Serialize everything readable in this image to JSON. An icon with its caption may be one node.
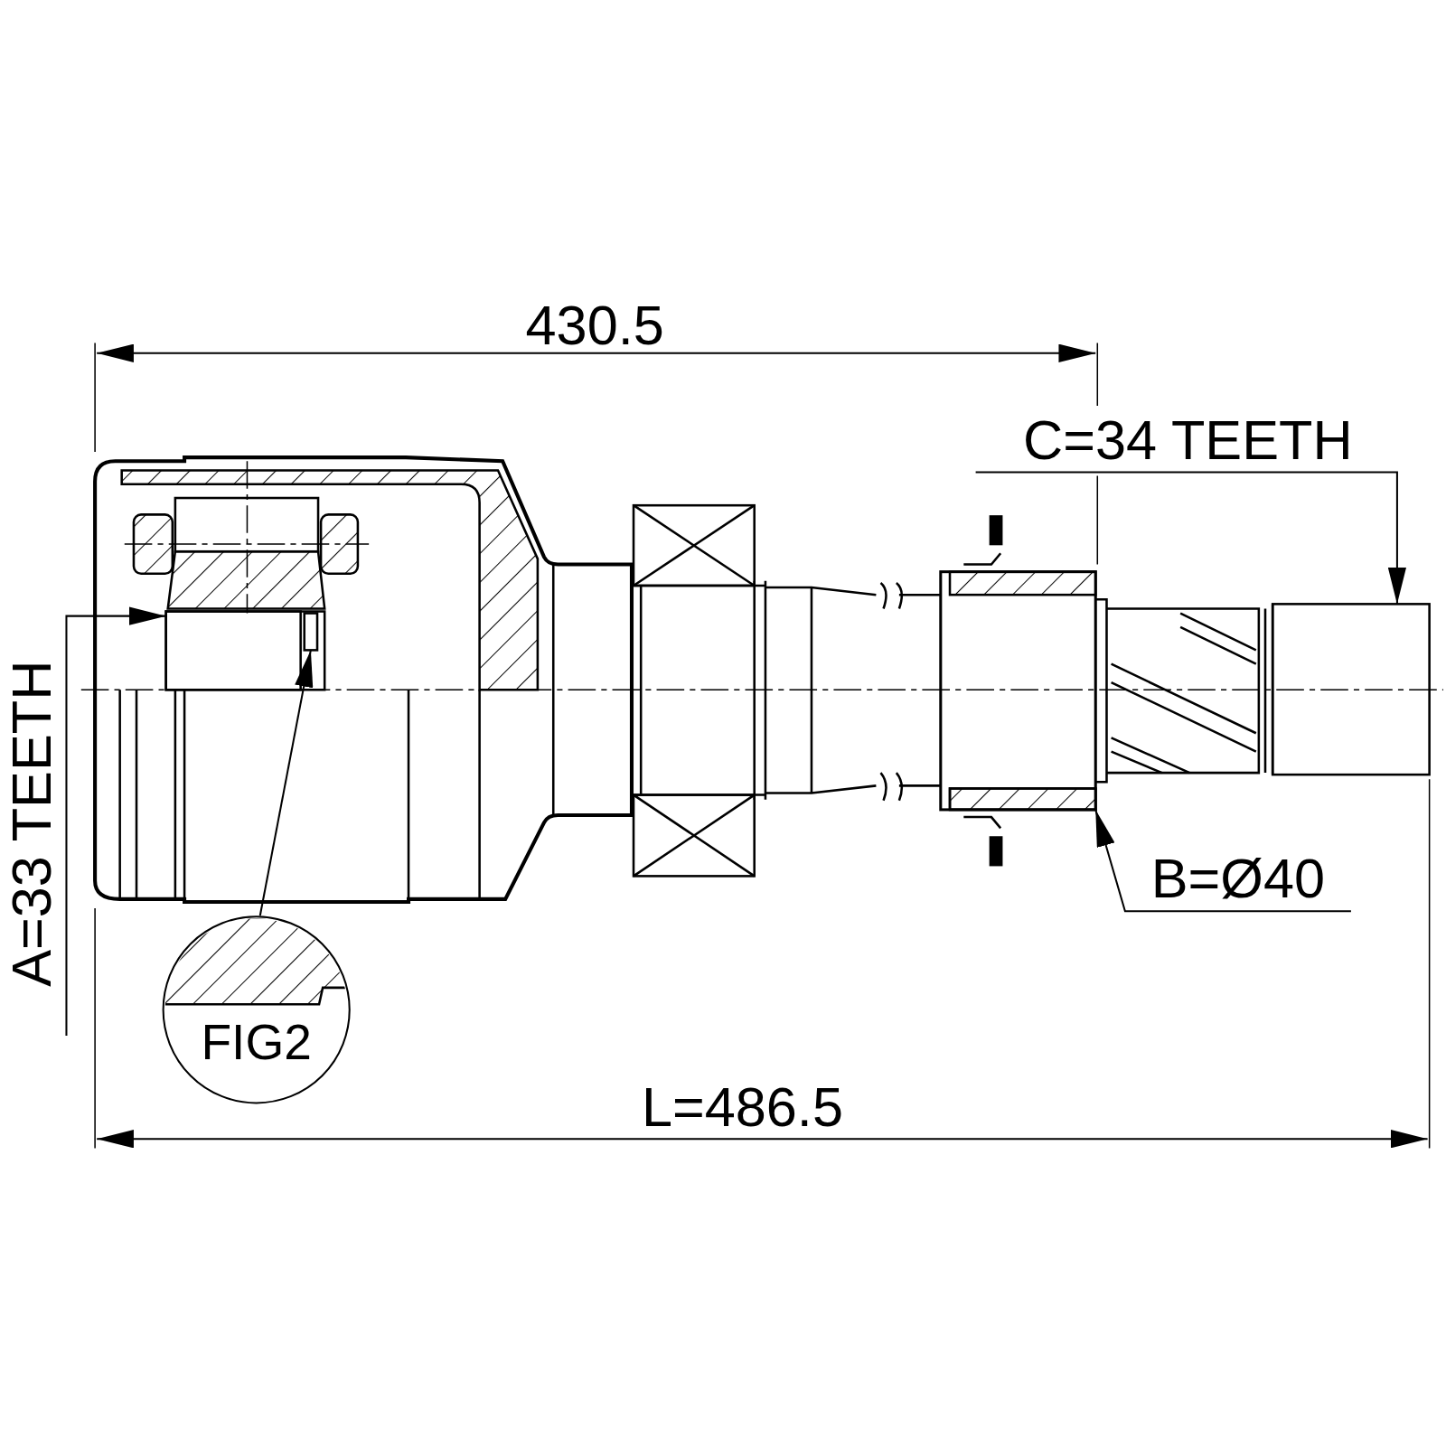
{
  "diagram": {
    "nodes": [
      {
        "text": [
          "C=34 TEETH"
        ]
      },
      {
        "text": [
          "A=33 TEETH"
        ]
      },
      {
        "text": [
          "B=Ø40"
        ]
      },
      {
        "text": [
          "FIG2"
        ]
      },
      {
        "text": [],
        "shape": "box"
      },
      {
        "text": [],
        "shape": "box"
      },
      {
        "text": [],
        "shape": "box"
      },
      {
        "text": [],
        "shape": "box"
      }
    ],
    "edges": [
      {
        "from": 0,
        "to": 5,
        "arrow": "to"
      },
      {
        "from": 1,
        "to": 4,
        "arrow": "to"
      },
      {
        "from": 2,
        "to": 6,
        "arrow": "to"
      },
      {
        "from": 3,
        "to": 7,
        "arrow": "to"
      }
    ],
    "labels": [
      "430.5",
      "L=486.5"
    ]
  }
}
